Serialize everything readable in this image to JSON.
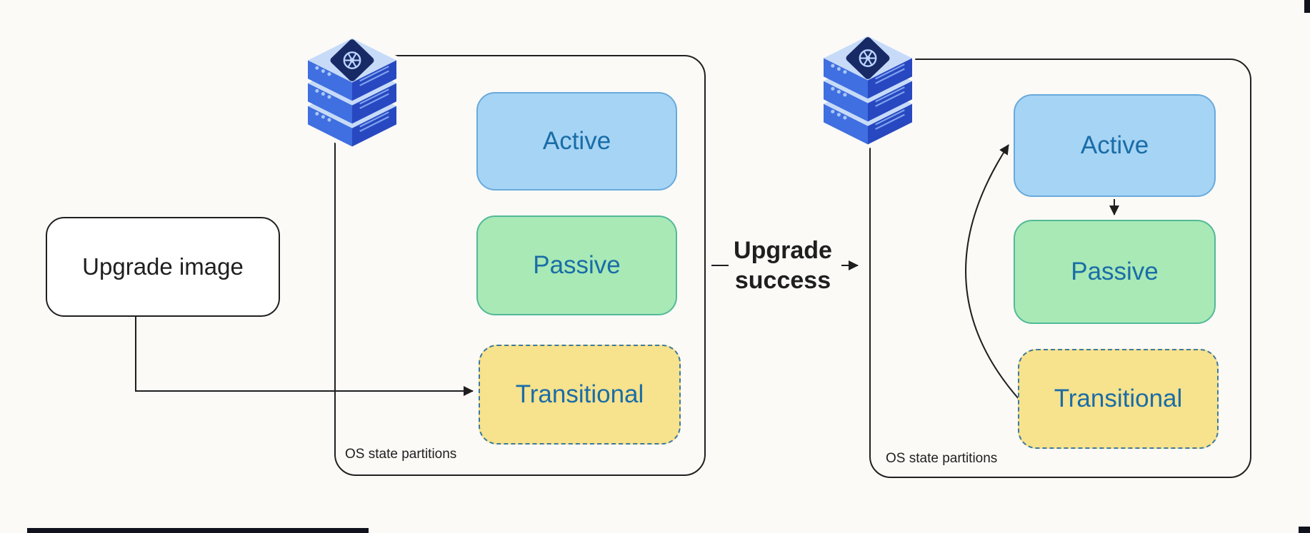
{
  "colors": {
    "background": "#fbfaf7",
    "line": "#1f1f1f",
    "text_dark": "#1f1f1f",
    "label_text": "#1a6da6",
    "active_fill": "#a6d4f5",
    "active_border": "#69aadc",
    "passive_fill": "#a8e9b6",
    "passive_border": "#53b998",
    "transitional_fill": "#f7e28d",
    "transitional_border": "#3d7a9e",
    "node_border": "#202020",
    "artifact": "#10131c"
  },
  "upgrade_image": {
    "label": "Upgrade image"
  },
  "transition": {
    "label": "Upgrade success"
  },
  "clusters": {
    "before": {
      "caption": "OS state partitions",
      "partitions": [
        "Active",
        "Passive",
        "Transitional"
      ]
    },
    "after": {
      "caption": "OS state partitions",
      "partitions": [
        "Active",
        "Passive",
        "Transitional"
      ]
    }
  },
  "icons": {
    "before_server": "kubernetes-server-stack-icon",
    "after_server": "kubernetes-server-stack-icon"
  }
}
